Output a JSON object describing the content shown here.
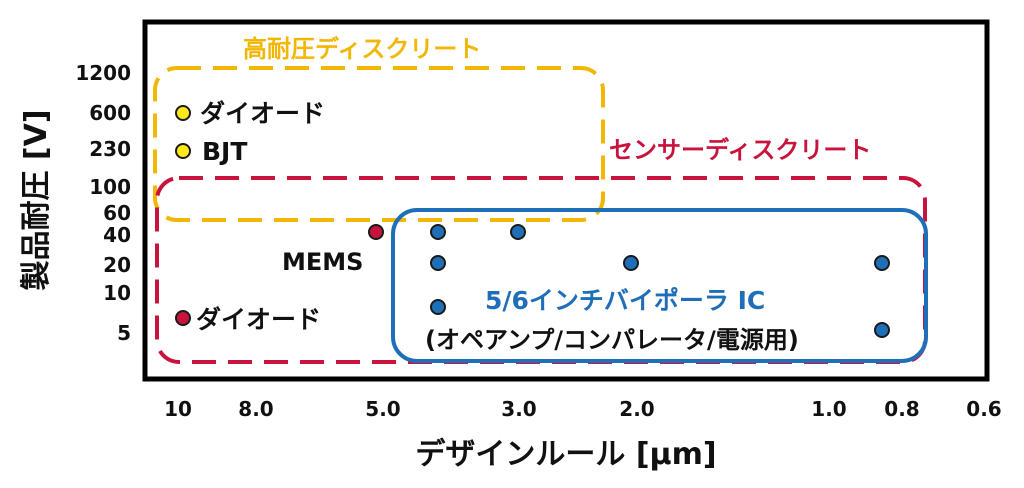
{
  "chart_data": {
    "type": "scatter",
    "xlabel": "デザインルール [μm]",
    "ylabel": "製品耐圧 [V]",
    "x_ticks": [
      "10",
      "8.0",
      "5.0",
      "3.0",
      "2.0",
      "1.0",
      "0.8",
      "0.6"
    ],
    "y_ticks": [
      "1200",
      "600",
      "230",
      "100",
      "60",
      "40",
      "20",
      "10",
      "5"
    ],
    "x_scale": "log",
    "y_scale": "log",
    "grid": false,
    "groups": [
      {
        "label": "高耐圧ディスクリート",
        "color": "#f2b705",
        "style": "dashed"
      },
      {
        "label": "センサーディスクリート",
        "color": "#c8143c",
        "style": "dashed"
      },
      {
        "label": "5/6インチバイポーラ IC",
        "sublabel": "(オペアンプ/コンパレータ/電源用)",
        "color": "#1f6fb8",
        "style": "solid"
      }
    ],
    "points": [
      {
        "x": 10,
        "y": 600,
        "color": "#ffe81a",
        "label": "ダイオード"
      },
      {
        "x": 10,
        "y": 230,
        "color": "#ffe81a",
        "label": "BJT"
      },
      {
        "x": 10,
        "y": 6,
        "color": "#c8143c",
        "label": "ダイオード"
      },
      {
        "x": 5.2,
        "y": 40,
        "color": "#c8143c",
        "label": "MEMS"
      },
      {
        "x": 4.3,
        "y": 40,
        "color": "#1f6fb8",
        "label": ""
      },
      {
        "x": 4.3,
        "y": 20,
        "color": "#1f6fb8",
        "label": ""
      },
      {
        "x": 4.3,
        "y": 7.5,
        "color": "#1f6fb8",
        "label": ""
      },
      {
        "x": 3.1,
        "y": 40,
        "color": "#1f6fb8",
        "label": ""
      },
      {
        "x": 2.1,
        "y": 20,
        "color": "#1f6fb8",
        "label": ""
      },
      {
        "x": 0.8,
        "y": 20,
        "color": "#1f6fb8",
        "label": ""
      },
      {
        "x": 0.8,
        "y": 5.5,
        "color": "#1f6fb8",
        "label": ""
      }
    ]
  }
}
